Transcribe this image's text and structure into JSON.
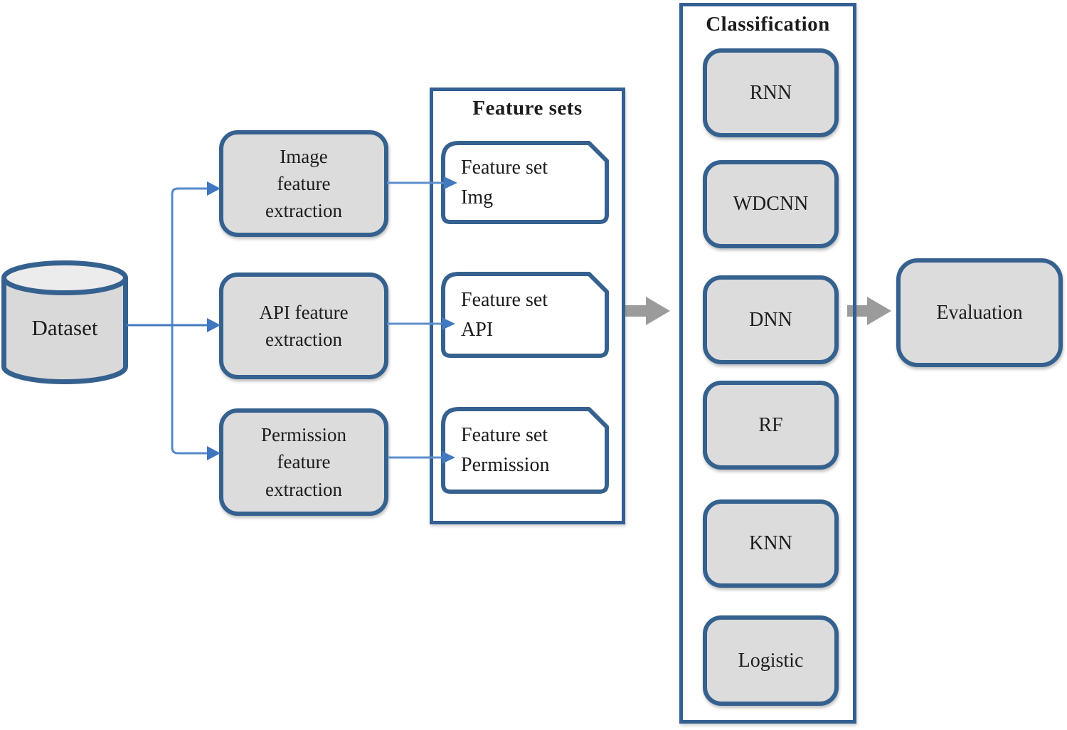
{
  "dataset": {
    "label": "Dataset"
  },
  "extraction": {
    "items": [
      {
        "label": "Image\nfeature\nextraction"
      },
      {
        "label": "API feature\nextraction"
      },
      {
        "label": "Permission\nfeature\nextraction"
      }
    ]
  },
  "feature_sets": {
    "title": "Feature sets",
    "items": [
      {
        "label": "Feature set\nImg"
      },
      {
        "label": "Feature set\nAPI"
      },
      {
        "label": "Feature set\nPermission"
      }
    ]
  },
  "classification": {
    "title": "Classification",
    "items": [
      {
        "label": "RNN"
      },
      {
        "label": "WDCNN"
      },
      {
        "label": "DNN"
      },
      {
        "label": "RF"
      },
      {
        "label": "KNN"
      },
      {
        "label": "Logistic"
      }
    ]
  },
  "evaluation": {
    "label": "Evaluation"
  },
  "colors": {
    "node_border": "#35618f",
    "node_fill": "#dcdcdc",
    "container_border": "#335f92",
    "card_fill": "#ffffff",
    "connector_blue": "#4379bf",
    "connector_branch_blue": "#5788c9",
    "connector_light_blue": "#5c8fcc",
    "arrowhead_blue": "#3e76c0",
    "arrow_gray": "#9b9b9b",
    "text": "#1c1c1c"
  }
}
